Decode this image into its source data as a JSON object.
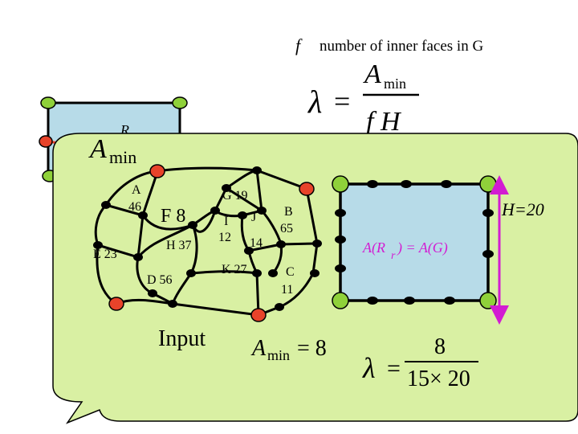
{
  "header": {
    "f_symbol": "f",
    "f_desc": "number of inner faces in G",
    "lambda": "λ",
    "equals": "=",
    "A": "A",
    "min": "min",
    "fH": "f H"
  },
  "back_rect_label": "R",
  "panel": {
    "amin_A": "A",
    "amin_sub": "min",
    "input_label": "Input",
    "result_A": "A",
    "result_sub": "min",
    "result_value": "= 8",
    "H_label": "H=20",
    "area_eq_left": "A(R",
    "area_eq_sub": "r",
    "area_eq_right": ") = A(G)",
    "lambda": "λ",
    "equals": "=",
    "frac_num": "8",
    "frac_den": "15× 20"
  },
  "faces": {
    "A": "A",
    "A_val": "46",
    "F": "F  8",
    "G": "G  19",
    "I": "I",
    "I_val": "12",
    "J": "J",
    "J_val": "14",
    "B": "B",
    "B_val": "65",
    "H": "H  37",
    "E": "E 23",
    "D": "D  56",
    "K": "K  27",
    "C": "C",
    "C_val": "11"
  },
  "colors": {
    "panel_fill": "#d9f0a3",
    "rect_fill": "#b7dbe8",
    "green_node": "#8fd13a",
    "red_node": "#e8432a",
    "black_node": "#000000",
    "magenta": "#d21cd2"
  }
}
